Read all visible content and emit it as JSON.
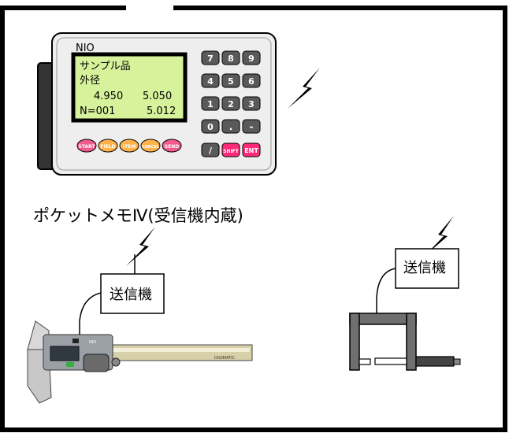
{
  "device": {
    "brand": "NIO",
    "screen_lines": [
      "サンプル品",
      "外径"
    ],
    "screen_values": {
      "low": "4.950",
      "high": "5.050",
      "count": "N=001",
      "reading": "5.012"
    },
    "keypad": [
      "7",
      "8",
      "9",
      "4",
      "5",
      "6",
      "1",
      "2",
      "3",
      "0",
      ".",
      "-"
    ],
    "function_keys": [
      "START",
      "FIELD",
      "ITEM",
      "CANCEL",
      "SEND"
    ],
    "extra_keys": {
      "slash": "/",
      "shift": "SHIFT",
      "enter": "ENT"
    }
  },
  "caption": "ポケットメモⅣ(受信機内蔵)",
  "transmitter_label": "送信機",
  "caliper": {
    "brand": "NIO",
    "scale_text": "DIGIMATIC"
  },
  "colors": {
    "screen_bg": "#d6f29a",
    "function_key": "#ffb24a",
    "start_key": "#f05a8c",
    "ent_key": "#ff2a7a",
    "keypad_key": "#5a5a5a",
    "body": "#eeeeee"
  }
}
